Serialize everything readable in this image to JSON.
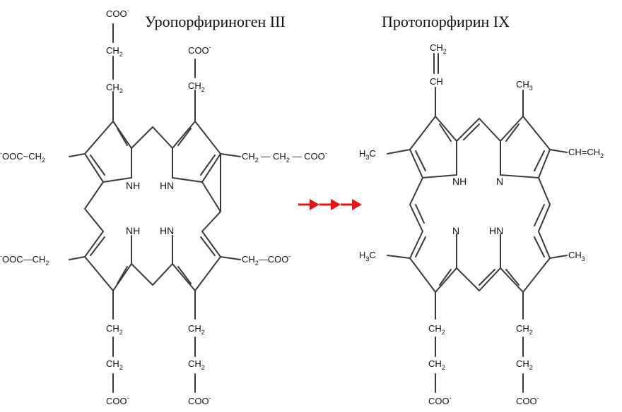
{
  "titles": {
    "left": "Уропорфириноген III",
    "right": "Протопорфирин IX"
  },
  "atoms": {
    "NH": "NH",
    "HN": "HN",
    "N": "N",
    "COO_top": "COO",
    "COO_charge": "-",
    "OOC_left": "OOC",
    "CH2": "CH",
    "CH": "CH",
    "H3C": "H",
    "CH3": "CH",
    "CH_vinyl": "CH",
    "subscript_2": "2",
    "subscript_3": "3",
    "eq_CH2": "=CH"
  },
  "arrow_color": "#e61414"
}
